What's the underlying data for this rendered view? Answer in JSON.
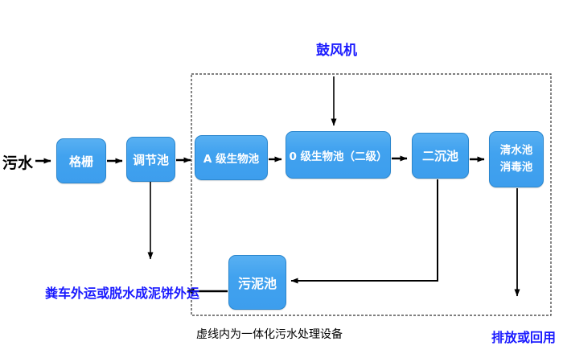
{
  "nodes": {
    "source": "污水",
    "blower": "鼓风机",
    "grid": "格栅",
    "regulating": "调节池",
    "a_bio": "A 级生物池",
    "o_bio": "0 级生物池（二级）",
    "secondary_sed": "二沉池",
    "clearwater_line1": "清水池",
    "clearwater_line2": "消毒池",
    "sludge": "污泥池"
  },
  "labels": {
    "sludge_out": "粪车外运或脱水成泥饼外运",
    "dashed_box_caption": "虚线内为一体化污水处理设备",
    "discharge": "排放或回用"
  },
  "colors": {
    "box_fill_top": "#58B0F2",
    "box_fill": "#3FA0EE",
    "box_border": "#2B86CD",
    "box_text": "#FFFFFF",
    "blue_label": "#1A1AFF",
    "line": "#000000"
  }
}
